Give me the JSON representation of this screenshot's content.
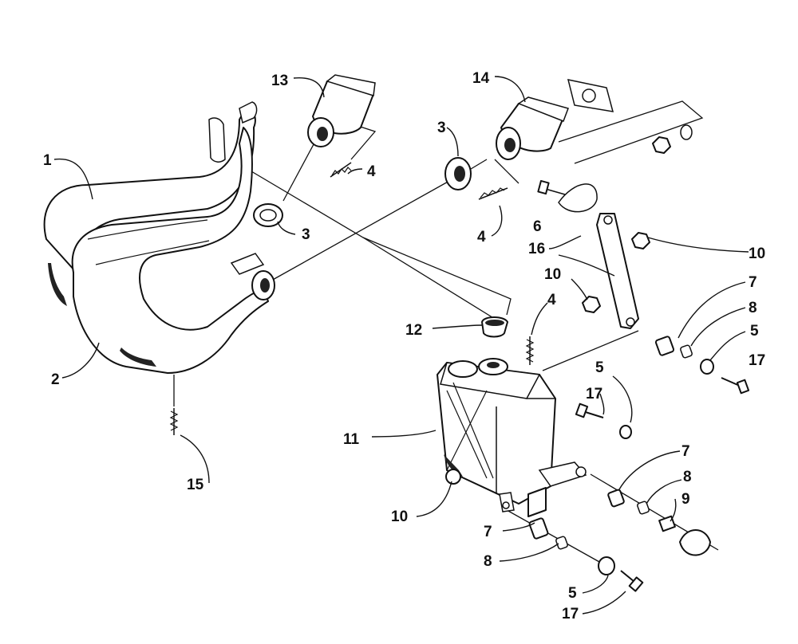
{
  "diagram": {
    "callouts": [
      {
        "id": "c1",
        "label": "1"
      },
      {
        "id": "c2",
        "label": "2"
      },
      {
        "id": "c3a",
        "label": "3"
      },
      {
        "id": "c3b",
        "label": "3"
      },
      {
        "id": "c4a",
        "label": "4"
      },
      {
        "id": "c4b",
        "label": "4"
      },
      {
        "id": "c4c",
        "label": "4"
      },
      {
        "id": "c5a",
        "label": "5"
      },
      {
        "id": "c5b",
        "label": "5"
      },
      {
        "id": "c5c",
        "label": "5"
      },
      {
        "id": "c6",
        "label": "6"
      },
      {
        "id": "c7a",
        "label": "7"
      },
      {
        "id": "c7b",
        "label": "7"
      },
      {
        "id": "c7c",
        "label": "7"
      },
      {
        "id": "c8a",
        "label": "8"
      },
      {
        "id": "c8b",
        "label": "8"
      },
      {
        "id": "c8c",
        "label": "8"
      },
      {
        "id": "c9",
        "label": "9"
      },
      {
        "id": "c10a",
        "label": "10"
      },
      {
        "id": "c10b",
        "label": "10"
      },
      {
        "id": "c10c",
        "label": "10"
      },
      {
        "id": "c11",
        "label": "11"
      },
      {
        "id": "c12",
        "label": "12"
      },
      {
        "id": "c13",
        "label": "13"
      },
      {
        "id": "c14",
        "label": "14"
      },
      {
        "id": "c15",
        "label": "15"
      },
      {
        "id": "c16",
        "label": "16"
      },
      {
        "id": "c17a",
        "label": "17"
      },
      {
        "id": "c17b",
        "label": "17"
      },
      {
        "id": "c17c",
        "label": "17"
      }
    ]
  }
}
